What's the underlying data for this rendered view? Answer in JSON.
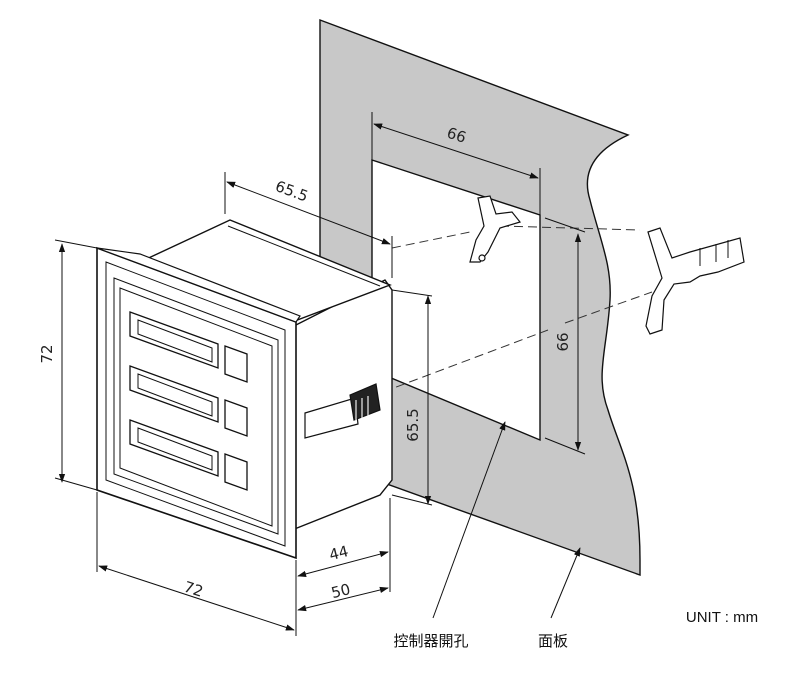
{
  "dimensions": {
    "cutout_width": "66",
    "cutout_height": "66",
    "panel_offset_depth": "65.5",
    "body_height_side": "65.5",
    "front_height": "72",
    "front_width": "72",
    "depth_behind": "44",
    "depth_total": "50"
  },
  "labels": {
    "cutout": "控制器開孔",
    "panel": "面板",
    "unit": "UNIT : mm"
  }
}
